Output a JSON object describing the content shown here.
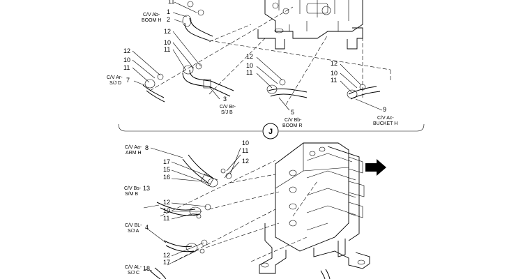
{
  "callouts": [
    {
      "id": "c-11-top",
      "text": "11"
    },
    {
      "id": "c-1",
      "text": "1"
    },
    {
      "id": "c-2",
      "text": "2"
    },
    {
      "id": "c-12-a",
      "text": "12"
    },
    {
      "id": "c-10-a",
      "text": "10"
    },
    {
      "id": "c-11-a",
      "text": "11"
    },
    {
      "id": "c-12-b",
      "text": "12"
    },
    {
      "id": "c-10-b",
      "text": "10"
    },
    {
      "id": "c-11-b",
      "text": "11"
    },
    {
      "id": "c-7",
      "text": "7"
    },
    {
      "id": "c-3",
      "text": "3"
    },
    {
      "id": "c-12-c",
      "text": "12"
    },
    {
      "id": "c-10-c",
      "text": "10"
    },
    {
      "id": "c-11-c",
      "text": "11"
    },
    {
      "id": "c-5",
      "text": "5"
    },
    {
      "id": "c-12-d",
      "text": "12"
    },
    {
      "id": "c-10-d",
      "text": "10"
    },
    {
      "id": "c-11-d",
      "text": "11"
    },
    {
      "id": "c-9",
      "text": "9"
    },
    {
      "id": "c-8",
      "text": "8"
    },
    {
      "id": "c-10-e",
      "text": "10"
    },
    {
      "id": "c-11-e",
      "text": "11"
    },
    {
      "id": "c-12-e",
      "text": "12"
    },
    {
      "id": "c-17-a",
      "text": "17"
    },
    {
      "id": "c-15",
      "text": "15"
    },
    {
      "id": "c-16",
      "text": "16"
    },
    {
      "id": "c-13",
      "text": "13"
    },
    {
      "id": "c-12-f",
      "text": "12"
    },
    {
      "id": "c-10-f",
      "text": "10"
    },
    {
      "id": "c-11-f",
      "text": "11"
    },
    {
      "id": "c-4",
      "text": "4"
    },
    {
      "id": "c-12-g",
      "text": "12"
    },
    {
      "id": "c-17-b",
      "text": "17"
    },
    {
      "id": "c-18",
      "text": "18"
    }
  ],
  "labels": [
    {
      "id": "l-ab",
      "lines": [
        "C/V Ab-",
        "BOOM H"
      ]
    },
    {
      "id": "l-ar",
      "lines": [
        "C/V Ar-",
        "S/J D"
      ]
    },
    {
      "id": "l-br",
      "lines": [
        "C/V Br-",
        "S/J B"
      ]
    },
    {
      "id": "l-bb",
      "lines": [
        "C/V Bb-",
        "BOOM R"
      ]
    },
    {
      "id": "l-ac",
      "lines": [
        "C/V Ac-",
        "BUCKET H"
      ]
    },
    {
      "id": "l-aa",
      "lines": [
        "C/V Aa-",
        "ARM H"
      ]
    },
    {
      "id": "l-bs",
      "lines": [
        "C/V Bs-",
        "S/M B"
      ]
    },
    {
      "id": "l-bl",
      "lines": [
        "C/V BL-",
        "S/J A"
      ]
    },
    {
      "id": "l-al",
      "lines": [
        "C/V AL-",
        "S/J C"
      ]
    }
  ],
  "view_marker": "J",
  "direction_arrow": "FWD"
}
